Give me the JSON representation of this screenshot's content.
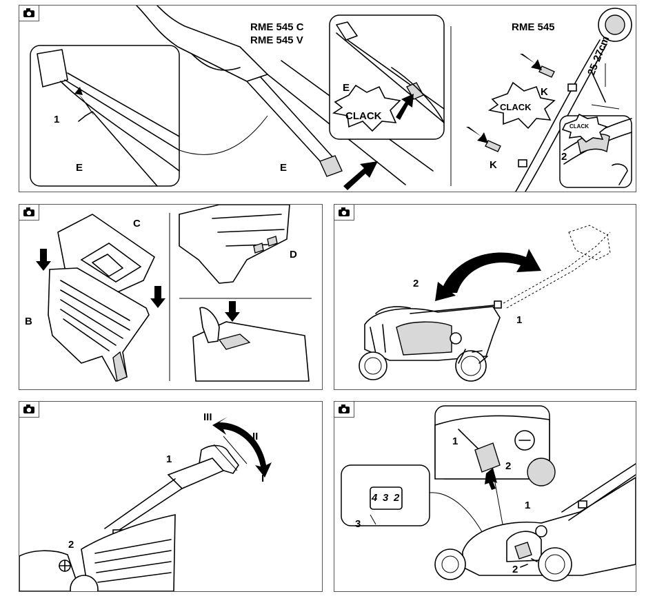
{
  "panel1": {
    "model_c": "RME 545 C",
    "model_v": "RME 545 V",
    "model_545": "RME 545",
    "clack": "CLACK",
    "label_1": "1",
    "label_e": "E",
    "label_k": "K",
    "label_2": "2",
    "dimension": "25-27cm"
  },
  "panel2": {
    "label_c": "C",
    "label_b": "B",
    "label_d": "D"
  },
  "panel3": {
    "label_1": "1",
    "label_2": "2"
  },
  "panel4": {
    "label_i": "I",
    "label_ii": "II",
    "label_iii": "III",
    "label_1": "1",
    "label_2": "2"
  },
  "panel5": {
    "label_1": "1",
    "label_2": "2",
    "label_3": "3",
    "digit_4": "4",
    "digit_3": "3",
    "digit_2": "2"
  },
  "icons": [
    "camera-icon",
    "arrow-icon",
    "clack-burst-icon"
  ]
}
